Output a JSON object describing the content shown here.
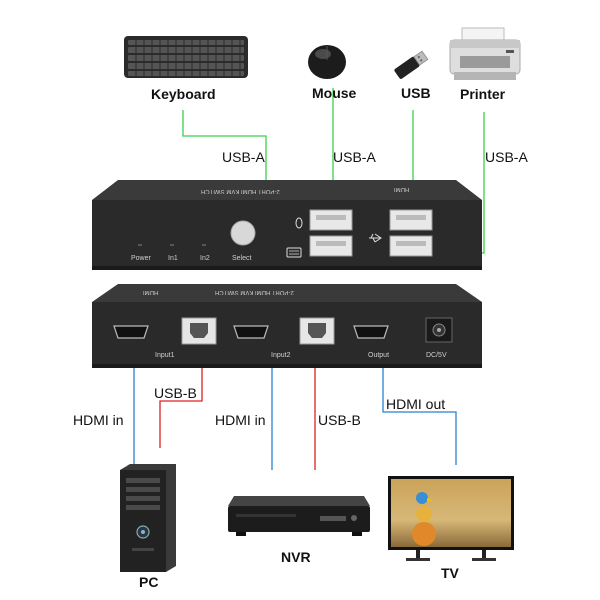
{
  "devices_top": {
    "keyboard": "Keyboard",
    "mouse": "Mouse",
    "usb": "USB",
    "printer": "Printer"
  },
  "usb_a_labels": [
    "USB-A",
    "USB-A",
    "USB-A"
  ],
  "front_panel": {
    "title": "2-PORT HDMI KVM SWITCH",
    "brand": "HDMI",
    "leds": [
      "Power",
      "In1",
      "In2"
    ],
    "select": "Select"
  },
  "rear_panel": {
    "title": "2-PORT HDMI KVM SWITCH",
    "brand": "HDMI",
    "ports": [
      "Input1",
      "Input2",
      "Output",
      "DC/5V"
    ]
  },
  "cable_labels": {
    "hdmi_in_1": "HDMI in",
    "usb_b_1": "USB-B",
    "hdmi_in_2": "HDMI in",
    "usb_b_2": "USB-B",
    "hdmi_out": "HDMI out"
  },
  "devices_bottom": {
    "pc": "PC",
    "nvr": "NVR",
    "tv": "TV"
  },
  "colors": {
    "usb_a_wire": "#3ad14a",
    "hdmi_wire": "#2a7fd4",
    "usb_b_wire": "#e02020",
    "chassis": "#2a2a2a"
  }
}
